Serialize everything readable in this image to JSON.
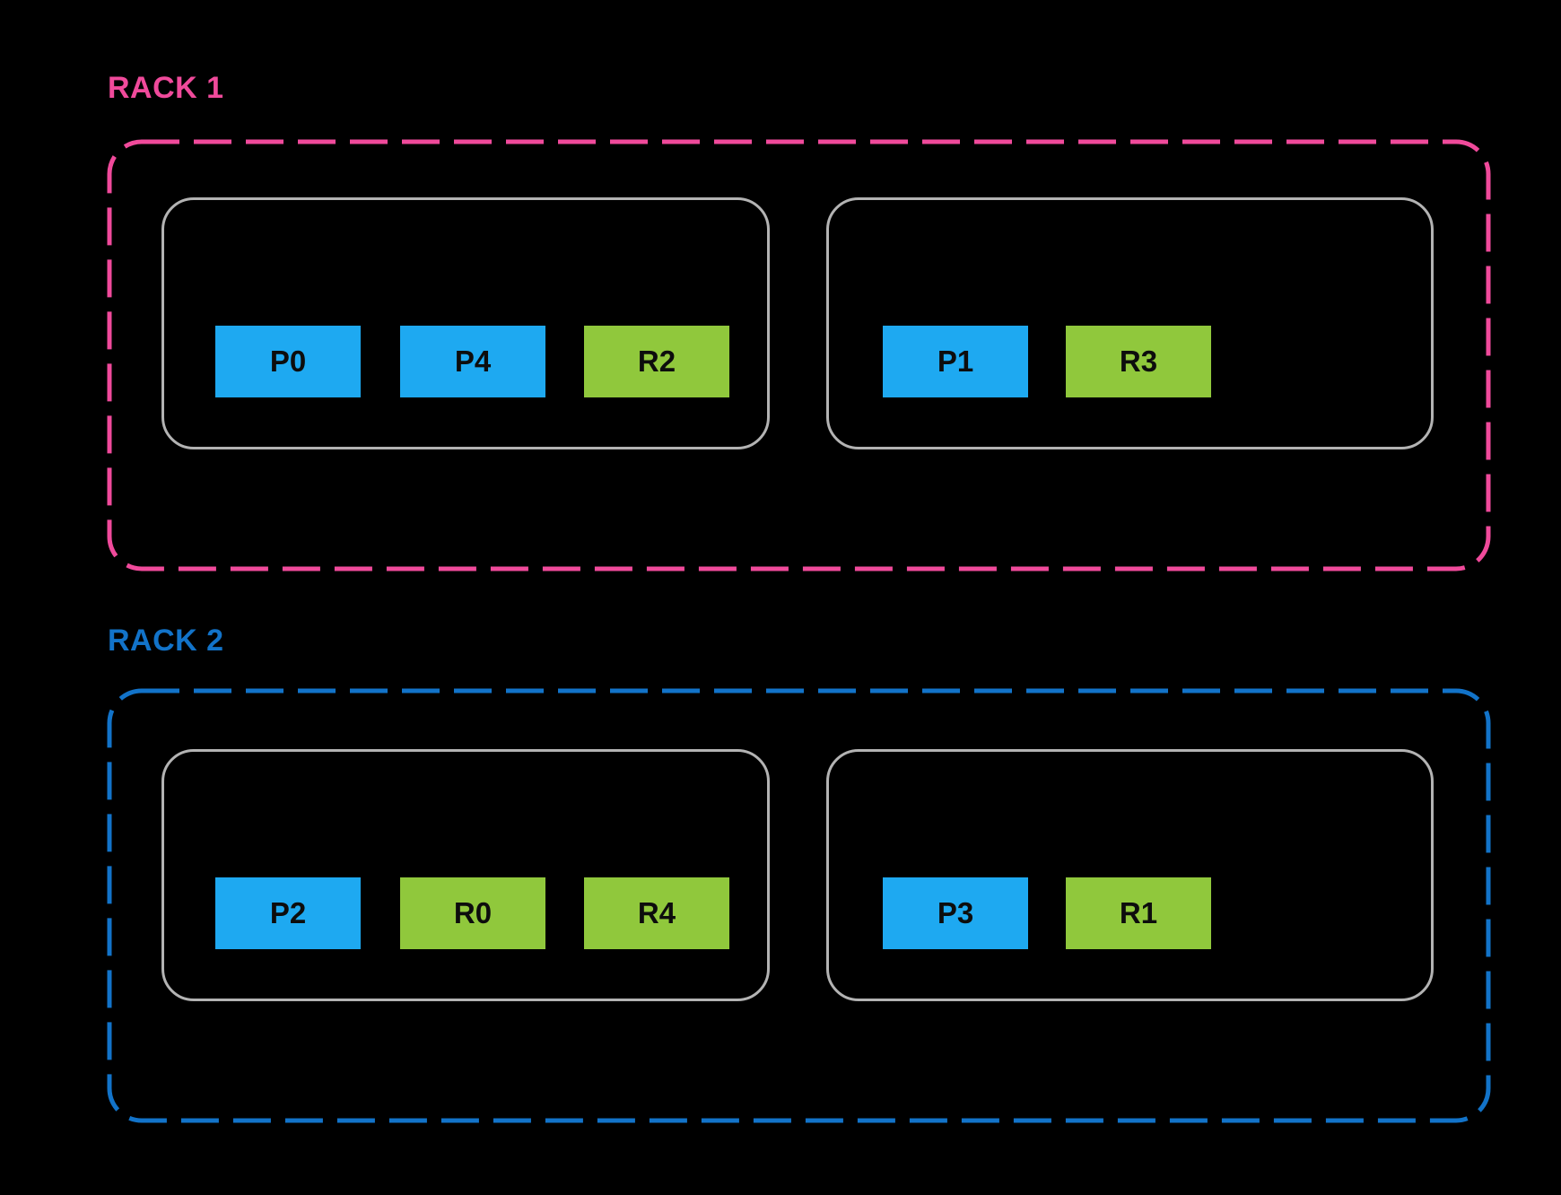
{
  "colors": {
    "background": "#000000",
    "rack1_accent": "#F04A9B",
    "rack2_accent": "#1273C9",
    "primary_block": "#1EA9F1",
    "replica_block": "#90C83C",
    "host_border": "#B3B3B3",
    "block_text": "#0D0D0D"
  },
  "racks": [
    {
      "label": "RACK 1",
      "hosts": [
        {
          "blocks": [
            {
              "label": "P0",
              "type": "primary"
            },
            {
              "label": "P4",
              "type": "primary"
            },
            {
              "label": "R2",
              "type": "replica"
            }
          ]
        },
        {
          "blocks": [
            {
              "label": "P1",
              "type": "primary"
            },
            {
              "label": "R3",
              "type": "replica"
            }
          ]
        }
      ]
    },
    {
      "label": "RACK 2",
      "hosts": [
        {
          "blocks": [
            {
              "label": "P2",
              "type": "primary"
            },
            {
              "label": "R0",
              "type": "replica"
            },
            {
              "label": "R4",
              "type": "replica"
            }
          ]
        },
        {
          "blocks": [
            {
              "label": "P3",
              "type": "primary"
            },
            {
              "label": "R1",
              "type": "replica"
            }
          ]
        }
      ]
    }
  ]
}
